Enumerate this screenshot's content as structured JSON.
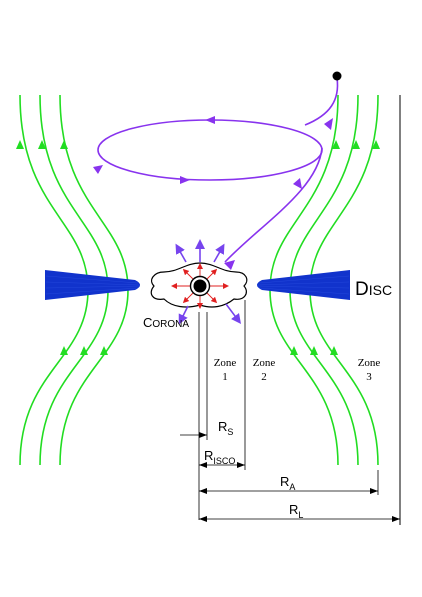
{
  "colors": {
    "field_line": "#22dd22",
    "trajectory": "#8833ee",
    "disc": "#1133cc",
    "outflow": "#e02020",
    "jet": "#7744ee",
    "ink": "#000000"
  },
  "labels": {
    "disc": {
      "big": "D",
      "small": "ISC"
    },
    "corona": {
      "big": "C",
      "small": "ORONA"
    },
    "zone1": {
      "word": "Zone",
      "num": "1"
    },
    "zone2": {
      "word": "Zone",
      "num": "2"
    },
    "zone3": {
      "word": "Zone",
      "num": "3"
    },
    "rs": {
      "main": "R",
      "sub": "S"
    },
    "risco": {
      "main": "R",
      "sub": "ISCO"
    },
    "ra": {
      "main": "R",
      "sub": "A"
    },
    "rl": {
      "main": "R",
      "sub": "L"
    }
  }
}
